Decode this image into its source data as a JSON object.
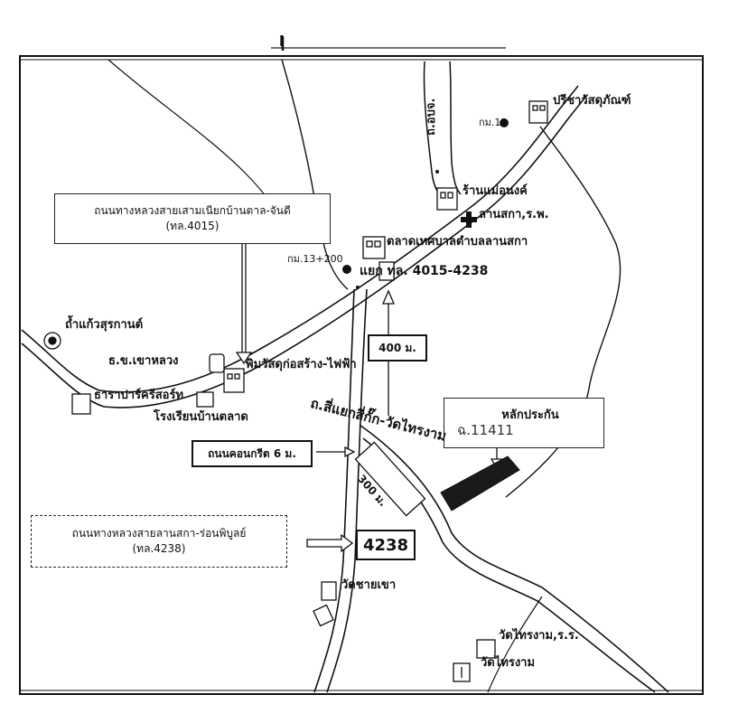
{
  "header_mark": "l",
  "boxes": {
    "hwy4015_line1": "ถนนทางหลวงสายเสามเนียกบ้านตาล-จันดี",
    "hwy4015_line2": "(ทล.4015)",
    "hwy4238_line1": "ถนนทางหลวงสายลานสกา-ร่อนพิบูลย์",
    "hwy4238_line2": "(ทล.4238)",
    "dist_400": "400 ม.",
    "concrete_road": "ถนนคอนกรีต 6 ม.",
    "route_4238": "4238",
    "collateral_title": "หลักประกัน",
    "collateral_code": "ฉ.11411",
    "dist_300": "300 ม."
  },
  "labels": {
    "km13": "กม.13",
    "km13_200": "กม.13+200",
    "road_vertical": "ถ.อบจ.",
    "temple_pricha": "ปรีชาวัสดุภัณฑ์",
    "shop_mae": "ร้านแม่อนงค์",
    "lansaka_hospital": "ลานสกา,ร.พ.",
    "market": "ตลาดเทศบาลตำบลลานสกา",
    "junction": "แยก ทล. 4015-4238",
    "cave": "ถ้ำแก้วสุรกานต์",
    "bank": "ธ.ข.เขาหลวง",
    "shop_pim": "พิมวัสดุก่อสร้าง-ไฟฟ้า",
    "resort": "ธาราปาร์ครีสอร์ท",
    "school": "โรงเรียนบ้านตลาด",
    "road_diag": "ถ.สี่แยกสี่กั๊ก-วัดไทรงาม",
    "wat_chaikhao": "วัดชายเขา",
    "wat_saingam_school": "วัดไทรงาม,ร.ร.",
    "wat_saingam": "วัดไทรงาม"
  },
  "colors": {
    "ink": "#111111",
    "paper": "#ffffff",
    "plot": "#1a1a1a"
  }
}
